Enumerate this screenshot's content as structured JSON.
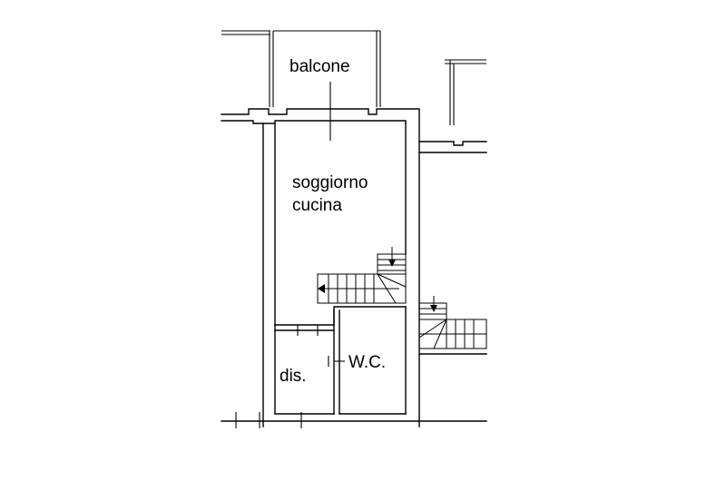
{
  "plan": {
    "rooms": {
      "balcone": "balcone",
      "soggiorno": "soggiorno",
      "cucina": "cucina",
      "wc": "W.C.",
      "dis": "dis."
    }
  }
}
